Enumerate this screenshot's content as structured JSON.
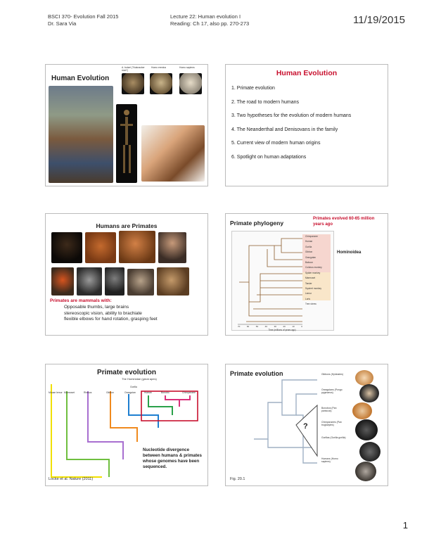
{
  "header": {
    "course": "BSCI 370- Evolution  Fall 2015",
    "instructor": "Dr. Sara Via",
    "lecture": "Lecture 22:  Human evolution I",
    "reading": "Reading: Ch 17, also pp. 270-273",
    "date": "11/19/2015"
  },
  "page_number": "1",
  "slide1": {
    "title": "Human Evolution",
    "skull_labels": [
      "A. boisei (\"Nutcracker man\")",
      "Homo erectus",
      "Homo sapiens"
    ]
  },
  "slide2": {
    "title": "Human Evolution",
    "items": [
      "1. Primate evolution",
      "2. The road to modern humans",
      "3. Two hypotheses for the evolution of modern humans",
      "4.  The Neanderthal and Denisovans in the family",
      "5. Current view of modern human origins",
      "6.  Spotlight on human adaptations"
    ]
  },
  "slide3": {
    "title": "Humans are Primates",
    "subtitle": "Primates are mammals with:",
    "traits": [
      "Opposable thumbs, large brains",
      "stereoscopic vision, ability to brachiate",
      "flexible elbows for hand rotation, grasping feet"
    ]
  },
  "slide4": {
    "title": "Primate phylogeny",
    "note": "Primates evolved 60-65 million years ago",
    "group": "Hominoidea",
    "taxa": [
      "Chimpanzee",
      "Human",
      "Gorilla",
      "Gibbon",
      "Orangutan",
      "Baboon",
      "Colobus monkey",
      "Spider monkey",
      "Marmoset",
      "Tarsier",
      "Squirrel monkey",
      "Lemur",
      "Loris",
      "Tree shrew"
    ],
    "axis_label": "Time (millions of years ago)",
    "ticks": [
      "70",
      "60",
      "50",
      "40",
      "30",
      "20",
      "10",
      "0"
    ]
  },
  "slide5": {
    "title": "Primate evolution",
    "subtitle": "The Hominidae (great apes)",
    "note": "Nucleotide divergence between humans & primates whose genomes have been sequenced.",
    "citation": "Locke et al. Nature (2011)",
    "labels": [
      "Human",
      "Bonobo",
      "Chimpanzee",
      "Gorilla",
      "Orangutan",
      "Gibbon",
      "Rhesus",
      "Marmoset",
      "Mouse lemur"
    ]
  },
  "slide6": {
    "title": "Primate evolution",
    "caption": "Fig. 20.1",
    "question": "?",
    "species": [
      "Gibbons (Hylobates)",
      "Orangutans (Pongo pygmaeus)",
      "Bonobos (Pan paniscus)",
      "Chimpanzees (Pan troglodytes)",
      "Gorillas (Gorilla gorilla)",
      "Humans (Homo sapiens)"
    ]
  }
}
